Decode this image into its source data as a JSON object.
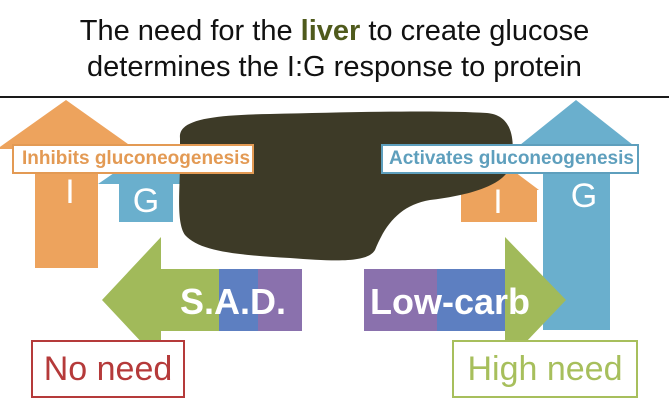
{
  "title": {
    "before": "The need for the ",
    "highlight": "liver",
    "after": " to create glucose",
    "line2": "determines the I:G response to protein"
  },
  "labels": {
    "inhibits": "Inhibits gluconeogenesis",
    "activates": "Activates gluconeogenesis",
    "sad": "S.A.D.",
    "lowcarb": "Low-carb",
    "no_need": "No need",
    "high_need": "High need",
    "left_insulin": "I",
    "left_glucagon": "G",
    "right_insulin": "I",
    "right_glucagon": "G"
  },
  "colors": {
    "orange": "#eda35d",
    "blue": "#6aafcd",
    "green": "#a1ba5a",
    "purple": "#8a71ad",
    "mid_blue": "#5d7fc1",
    "liver": "#3d3a27",
    "red": "#b53a3a"
  }
}
